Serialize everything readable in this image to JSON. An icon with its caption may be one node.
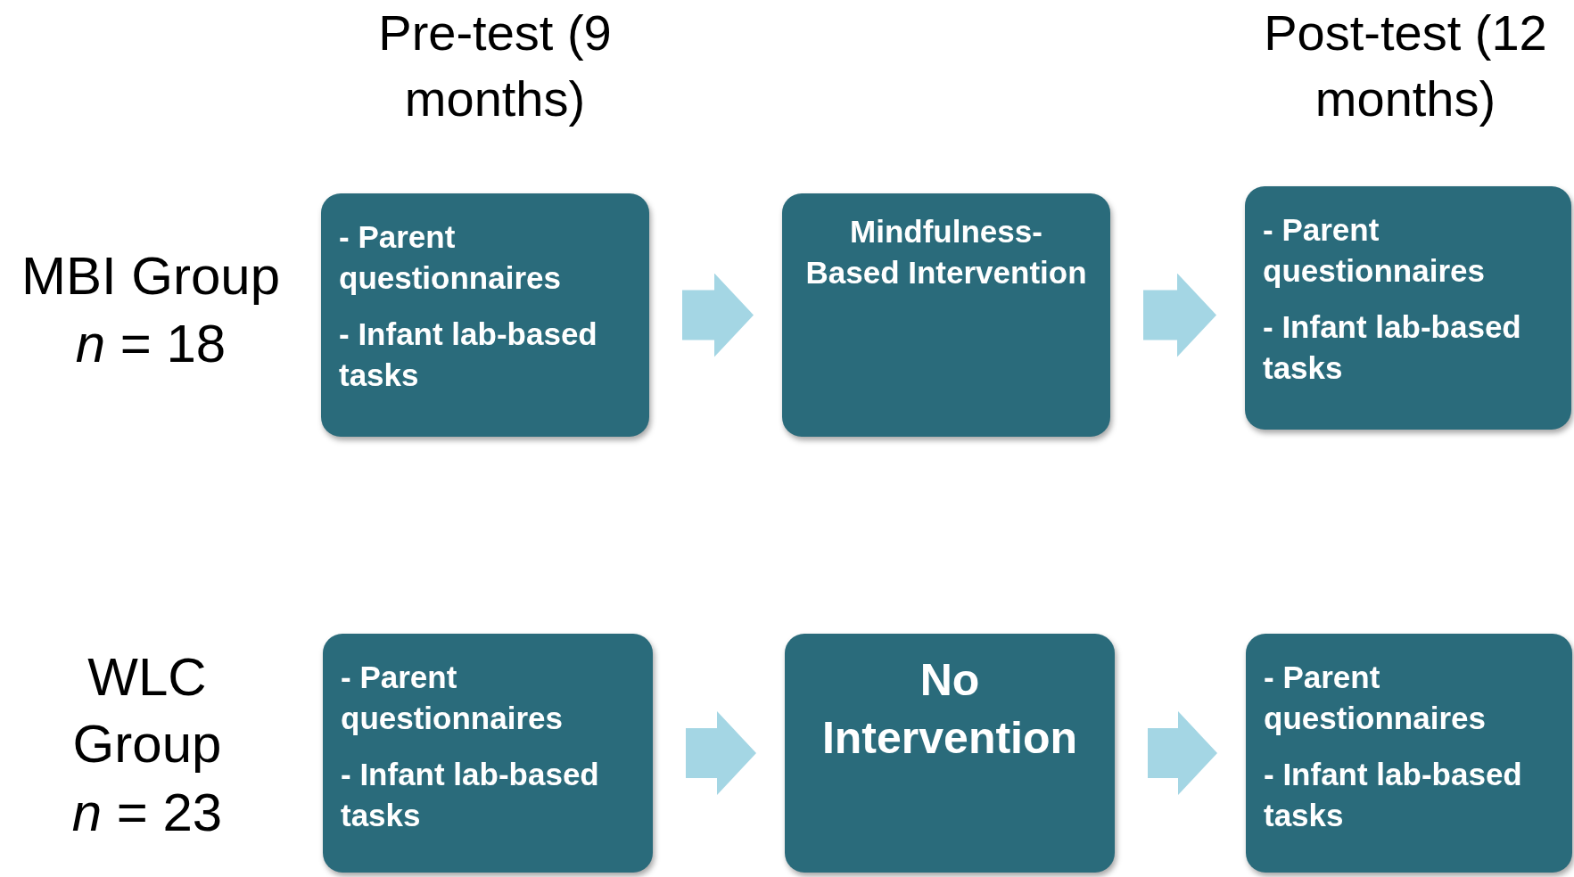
{
  "diagram": {
    "nodes": [
      {
        "text": [
          "- Parent questionnaires",
          "- Infant lab-based tasks"
        ]
      },
      {
        "text": [
          "Mindfulness-Based Intervention"
        ]
      },
      {
        "text": [
          "- Parent questionnaires",
          "- Infant lab-based tasks"
        ]
      },
      {
        "text": [
          "- Parent questionnaires",
          "- Infant lab-based tasks"
        ]
      },
      {
        "text": [
          "No Intervention"
        ]
      },
      {
        "text": [
          "- Parent questionnaires",
          "- Infant lab-based tasks"
        ]
      }
    ],
    "edges": [
      {
        "from": 0,
        "to": 1,
        "arrow": "to"
      },
      {
        "from": 1,
        "to": 2,
        "arrow": "to"
      },
      {
        "from": 3,
        "to": 4,
        "arrow": "to"
      },
      {
        "from": 4,
        "to": 5,
        "arrow": "to"
      }
    ],
    "labels": [
      "Pre-test (9 months)",
      "Post-test (12 months)",
      "MBI Group",
      "*n* = 18",
      "WLC Group",
      "*n* = 23"
    ]
  }
}
